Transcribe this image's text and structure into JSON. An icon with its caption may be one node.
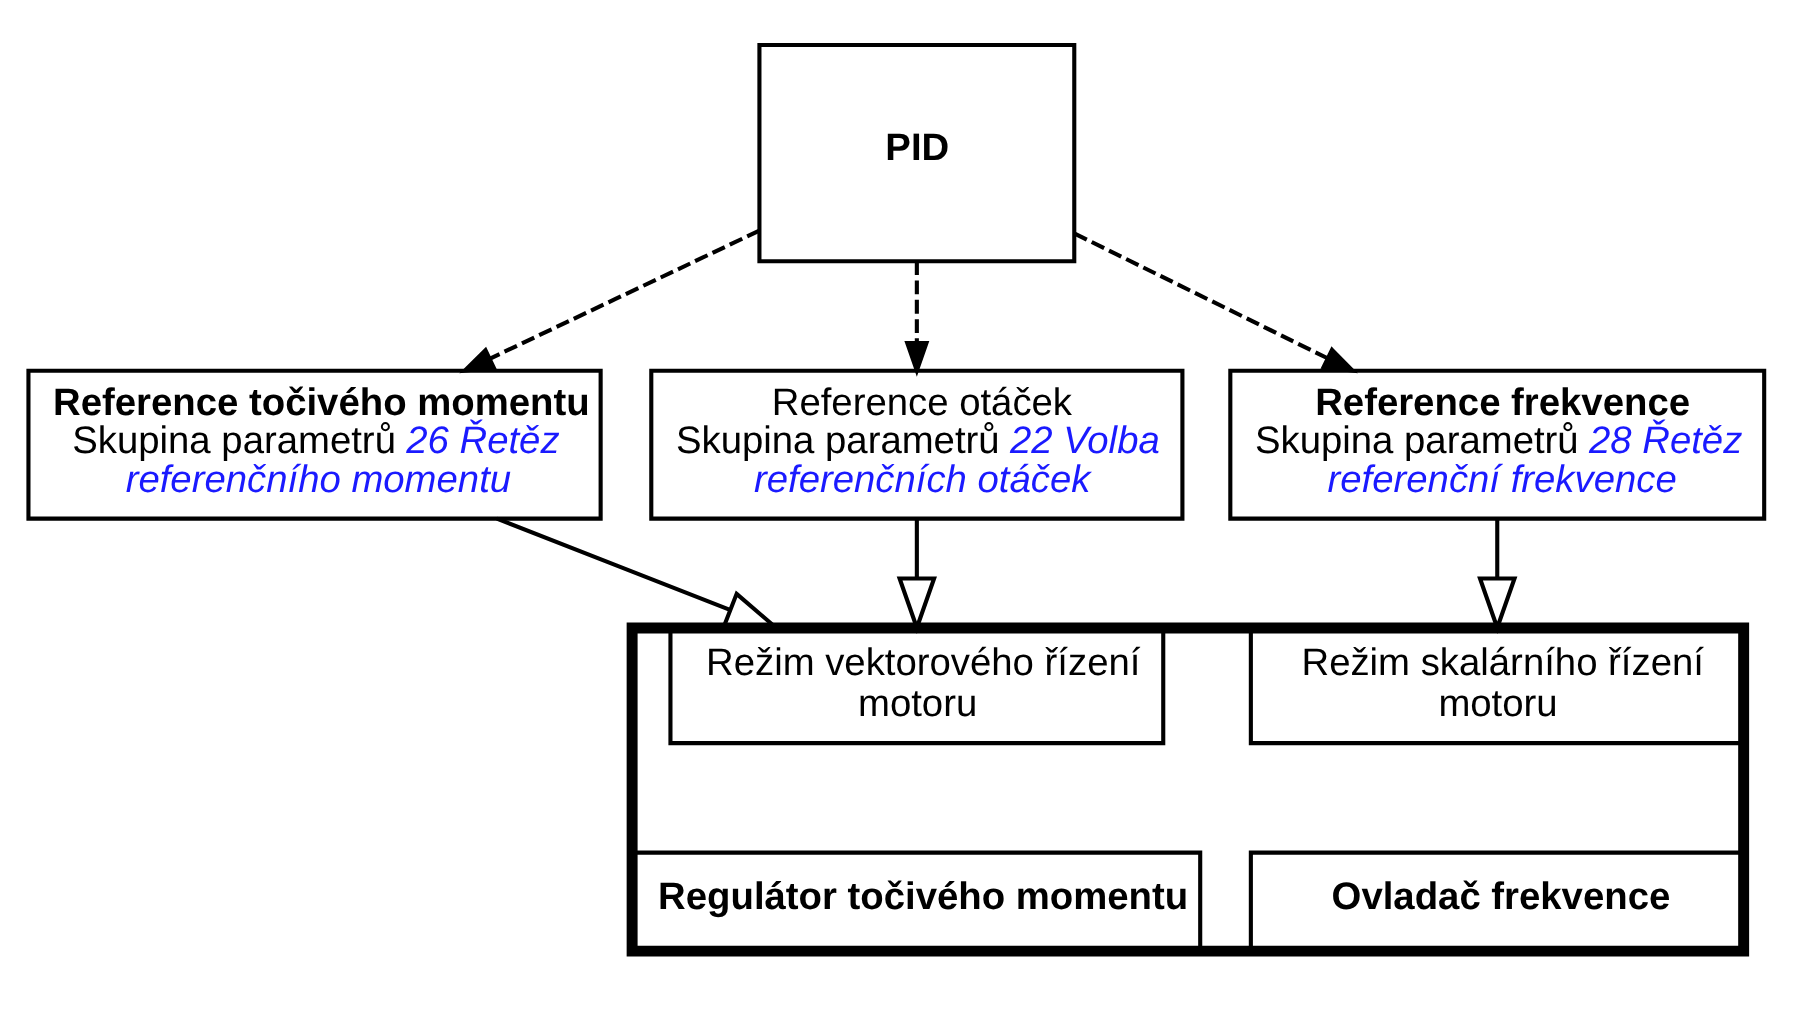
{
  "diagram": {
    "nodes": [
      {
        "text": [
          "PID"
        ]
      },
      {
        "text": [
          "Reference točivého momentu",
          "Skupina parametrů *26 Řetěz referenčního momentu*"
        ]
      },
      {
        "text": [
          "Reference otáček",
          "Skupina parametrů *22 Volba referenčních otáček*"
        ]
      },
      {
        "text": [
          "Reference frekvence",
          "Skupina parametrů *28 Řetěz referenční frekvence*"
        ]
      },
      {
        "text": [],
        "shape": "box"
      },
      {
        "text": [
          "Režim vektorového řízení motoru"
        ],
        "in": 4
      },
      {
        "text": [
          "Režim skalárního řízení motoru"
        ],
        "in": 4
      },
      {
        "text": [
          "Regulátor točivého momentu"
        ],
        "in": 4
      },
      {
        "text": [
          "Ovladač frekvence"
        ],
        "in": 4
      }
    ],
    "edges": [
      {
        "from": 0,
        "to": 1,
        "arrow": "to",
        "style": "dashed"
      },
      {
        "from": 0,
        "to": 2,
        "arrow": "to",
        "style": "dashed"
      },
      {
        "from": 0,
        "to": 3,
        "arrow": "to",
        "style": "dashed"
      },
      {
        "from": 1,
        "to": 5,
        "arrow": "to"
      },
      {
        "from": 2,
        "to": 5,
        "arrow": "to"
      },
      {
        "from": 3,
        "to": 6,
        "arrow": "to"
      }
    ]
  }
}
